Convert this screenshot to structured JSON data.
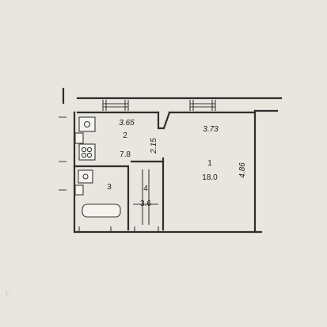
{
  "rooms": [
    {
      "number": "1",
      "area": "18.0"
    },
    {
      "number": "2",
      "area": "7.8"
    },
    {
      "number": "3",
      "area": ""
    },
    {
      "number": "4",
      "area": "3.6"
    }
  ],
  "dimensions": {
    "room1_width": "3.73",
    "room1_depth": "4.86",
    "room2_width": "3.65",
    "room2_depth": "2.15"
  },
  "faint_text": [
    "1:"
  ]
}
